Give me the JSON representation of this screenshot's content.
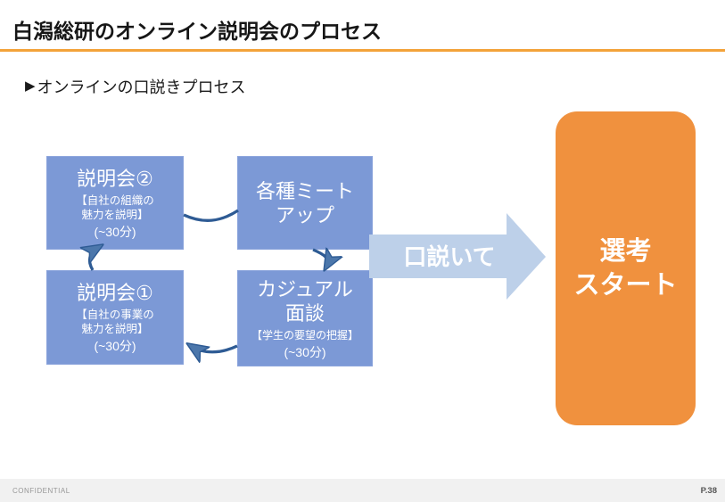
{
  "header": {
    "title": "白潟総研のオンライン説明会のプロセス"
  },
  "section": {
    "marker": "▶",
    "label": "オンラインの口説きプロセス"
  },
  "diagram": {
    "box_seminar2": {
      "title": "説明会②",
      "sub1": "【自社の組織の",
      "sub2": "魅力を説明】",
      "duration": "(~30分)"
    },
    "box_meetup": {
      "title1": "各種ミート",
      "title2": "アップ"
    },
    "box_seminar1": {
      "title": "説明会①",
      "sub1": "【自社の事業の",
      "sub2": "魅力を説明】",
      "duration": "(~30分)"
    },
    "box_casual": {
      "title1": "カジュアル",
      "title2": "面談",
      "sub1": "【学生の要望の把握】",
      "duration": "(~30分)"
    },
    "big_arrow_label": "口説いて",
    "goal": {
      "line1": "選考",
      "line2": "スタート"
    }
  },
  "footer": {
    "left": "CONFIDENTIAL",
    "right": "P.38"
  },
  "colors": {
    "box_blue": "#7C99D6",
    "cycle_arrow_navy": "#2E5B94",
    "cycle_arrowhead_fill": "#4C77AB",
    "big_arrow_blue": "#BDD0E9",
    "goal_orange": "#F0913E",
    "title_rule_orange": "#F3A33A",
    "footer_bg": "#F1F1F1"
  }
}
